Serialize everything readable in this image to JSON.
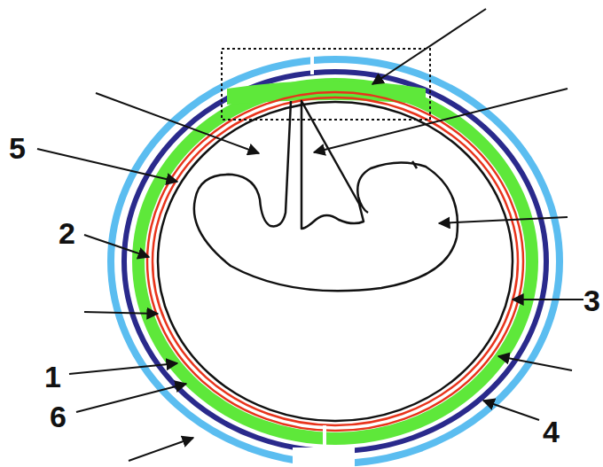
{
  "diagram": {
    "labels": [
      "5",
      "2",
      "3",
      "1",
      "6",
      "4"
    ]
  }
}
